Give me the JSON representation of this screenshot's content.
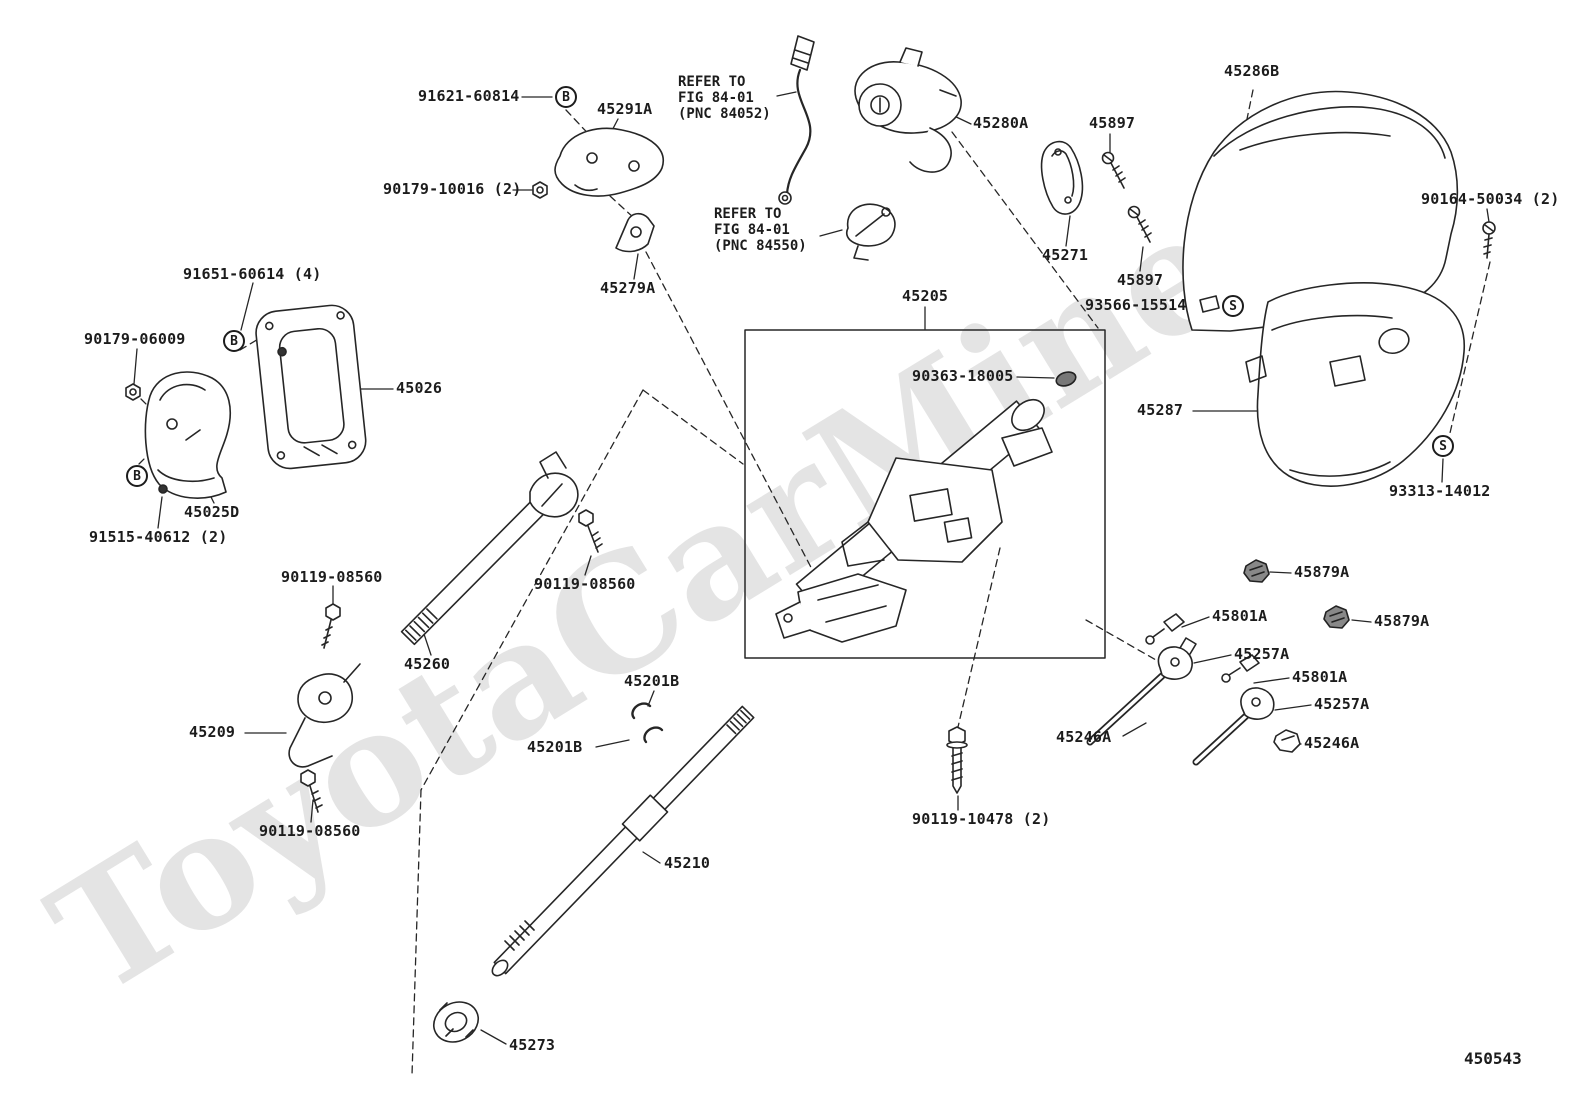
{
  "page": {
    "drawing_number": "450543",
    "watermark": "ToyotaCarMine.ru",
    "line_color": "#262626",
    "background": "#ffffff"
  },
  "notes": {
    "refer1": {
      "l1": "REFER TO",
      "l2": "FIG 84-01",
      "l3": "(PNC 84052)"
    },
    "refer2": {
      "l1": "REFER TO",
      "l2": "FIG 84-01",
      "l3": "(PNC 84550)"
    }
  },
  "callouts": [
    {
      "letter": "B"
    },
    {
      "letter": "B"
    },
    {
      "letter": "B"
    },
    {
      "letter": "S"
    },
    {
      "letter": "S"
    }
  ],
  "labels": [
    {
      "part": "91621-60814"
    },
    {
      "part": "45291A"
    },
    {
      "part": "45280A"
    },
    {
      "part": "45897"
    },
    {
      "part": "45286B"
    },
    {
      "part": "90179-10016 (2)"
    },
    {
      "part": "45271"
    },
    {
      "part": "90164-50034 (2)"
    },
    {
      "part": "45279A"
    },
    {
      "part": "45897"
    },
    {
      "part": "93566-15514"
    },
    {
      "part": "91651-60614 (4)"
    },
    {
      "part": "45205"
    },
    {
      "part": "90179-06009"
    },
    {
      "part": "90363-18005"
    },
    {
      "part": "45026"
    },
    {
      "part": "45287"
    },
    {
      "part": "45025D"
    },
    {
      "part": "91515-40612 (2)"
    },
    {
      "part": "93313-14012"
    },
    {
      "part": "90119-08560"
    },
    {
      "part": "90119-08560"
    },
    {
      "part": "45879A"
    },
    {
      "part": "45801A"
    },
    {
      "part": "45879A"
    },
    {
      "part": "45260"
    },
    {
      "part": "45257A"
    },
    {
      "part": "45201B"
    },
    {
      "part": "45801A"
    },
    {
      "part": "45209"
    },
    {
      "part": "45201B"
    },
    {
      "part": "45257A"
    },
    {
      "part": "45246A"
    },
    {
      "part": "45246A"
    },
    {
      "part": "90119-08560"
    },
    {
      "part": "90119-10478 (2)"
    },
    {
      "part": "45210"
    },
    {
      "part": "45273"
    }
  ]
}
